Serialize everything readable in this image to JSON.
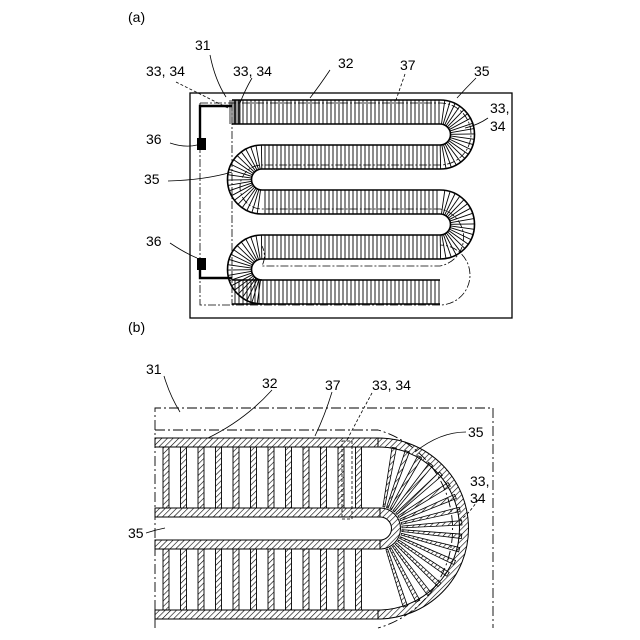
{
  "figure_a": {
    "panel_label": "(a)",
    "labels": {
      "l31": "31",
      "l3334_left": "33, 34",
      "l3334_top": "33, 34",
      "l32": "32",
      "l37": "37",
      "l35_top": "35",
      "l33_right": "33,",
      "l34_right": "34",
      "l36_top": "36",
      "l35_left": "35",
      "l36_bottom": "36"
    }
  },
  "figure_b": {
    "panel_label": "(b)",
    "labels": {
      "l31": "31",
      "l32": "32",
      "l37": "37",
      "l3334_top": "33, 34",
      "l35_right": "35",
      "l33_right": "33,",
      "l34_right": "34",
      "l35_left": "35"
    }
  }
}
